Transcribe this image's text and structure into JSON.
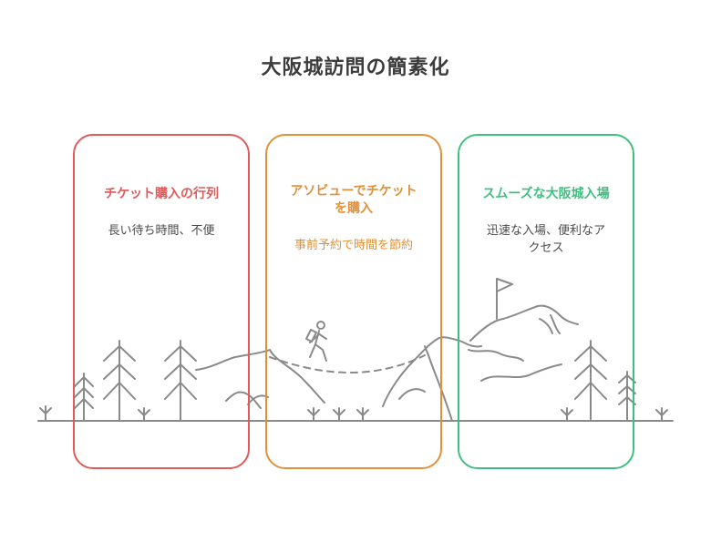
{
  "title": "大阪城訪問の簡素化",
  "panels": [
    {
      "title": "チケット購入の行列",
      "desc": "長い待ち時間、不便",
      "color": "#e05a5a"
    },
    {
      "title_line1": "アソビューでチケット",
      "title_line2": "を購入",
      "desc": "事前予約で時間を節約",
      "color": "#e0913a"
    },
    {
      "title": "スムーズな大阪城入場",
      "desc_line1": "迅速な入場、便利なア",
      "desc_line2": "クセス",
      "color": "#3fbf7f"
    }
  ],
  "colors": {
    "line": "#8a8a8a",
    "title": "#3c3c3c"
  }
}
